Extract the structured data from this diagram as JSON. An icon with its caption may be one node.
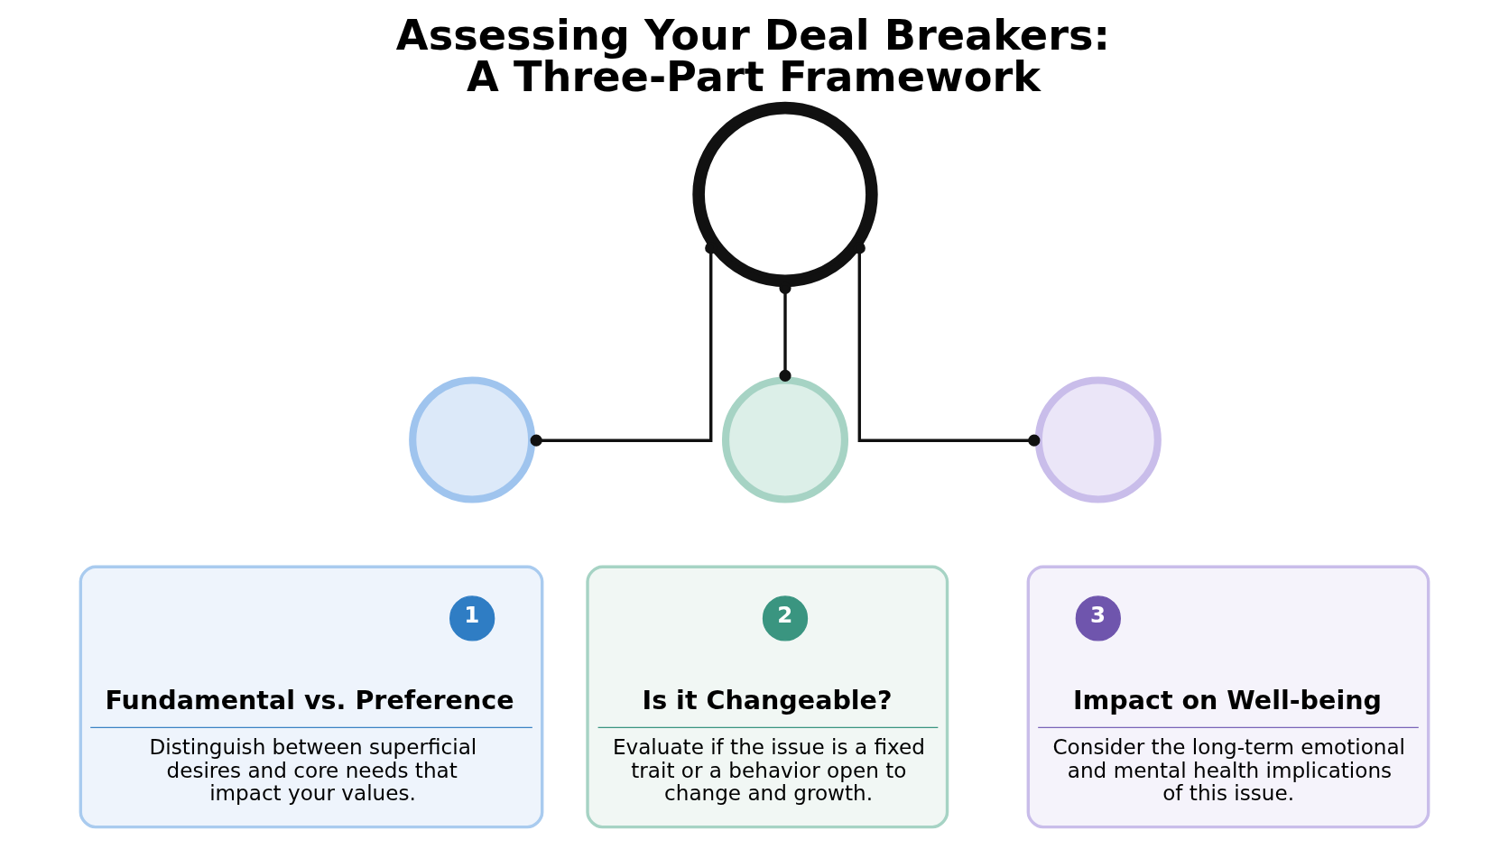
{
  "diagram": {
    "title": "Assessing Your Deal Breakers: A Three-Part Framework",
    "nodes": [
      {
        "text": [],
        "shape": "person"
      },
      {
        "text": [],
        "shape": "circle"
      },
      {
        "text": [
          "Fundamental vs. Preference",
          "Distinguish between superficial desires and core needs that impact your values."
        ]
      },
      {
        "text": [
          "1"
        ],
        "in": 2
      },
      {
        "text": [],
        "shape": "circle"
      },
      {
        "text": [
          "Is it Changeable?",
          "Evaluate if the issue is a fixed trait or a behavior open to change and growth."
        ]
      },
      {
        "text": [
          "2"
        ],
        "in": 5
      },
      {
        "text": [],
        "shape": "circle"
      },
      {
        "text": [
          "Impact on Well-being",
          "Consider the long-term emotional and mental health implications of this issue."
        ]
      },
      {
        "text": [
          "3"
        ],
        "in": 8
      }
    ],
    "edges": [
      {
        "from": 0,
        "to": 1,
        "arrow": "other"
      },
      {
        "from": 0,
        "to": 4,
        "arrow": "other"
      },
      {
        "from": 0,
        "to": 7,
        "arrow": "other"
      }
    ]
  }
}
